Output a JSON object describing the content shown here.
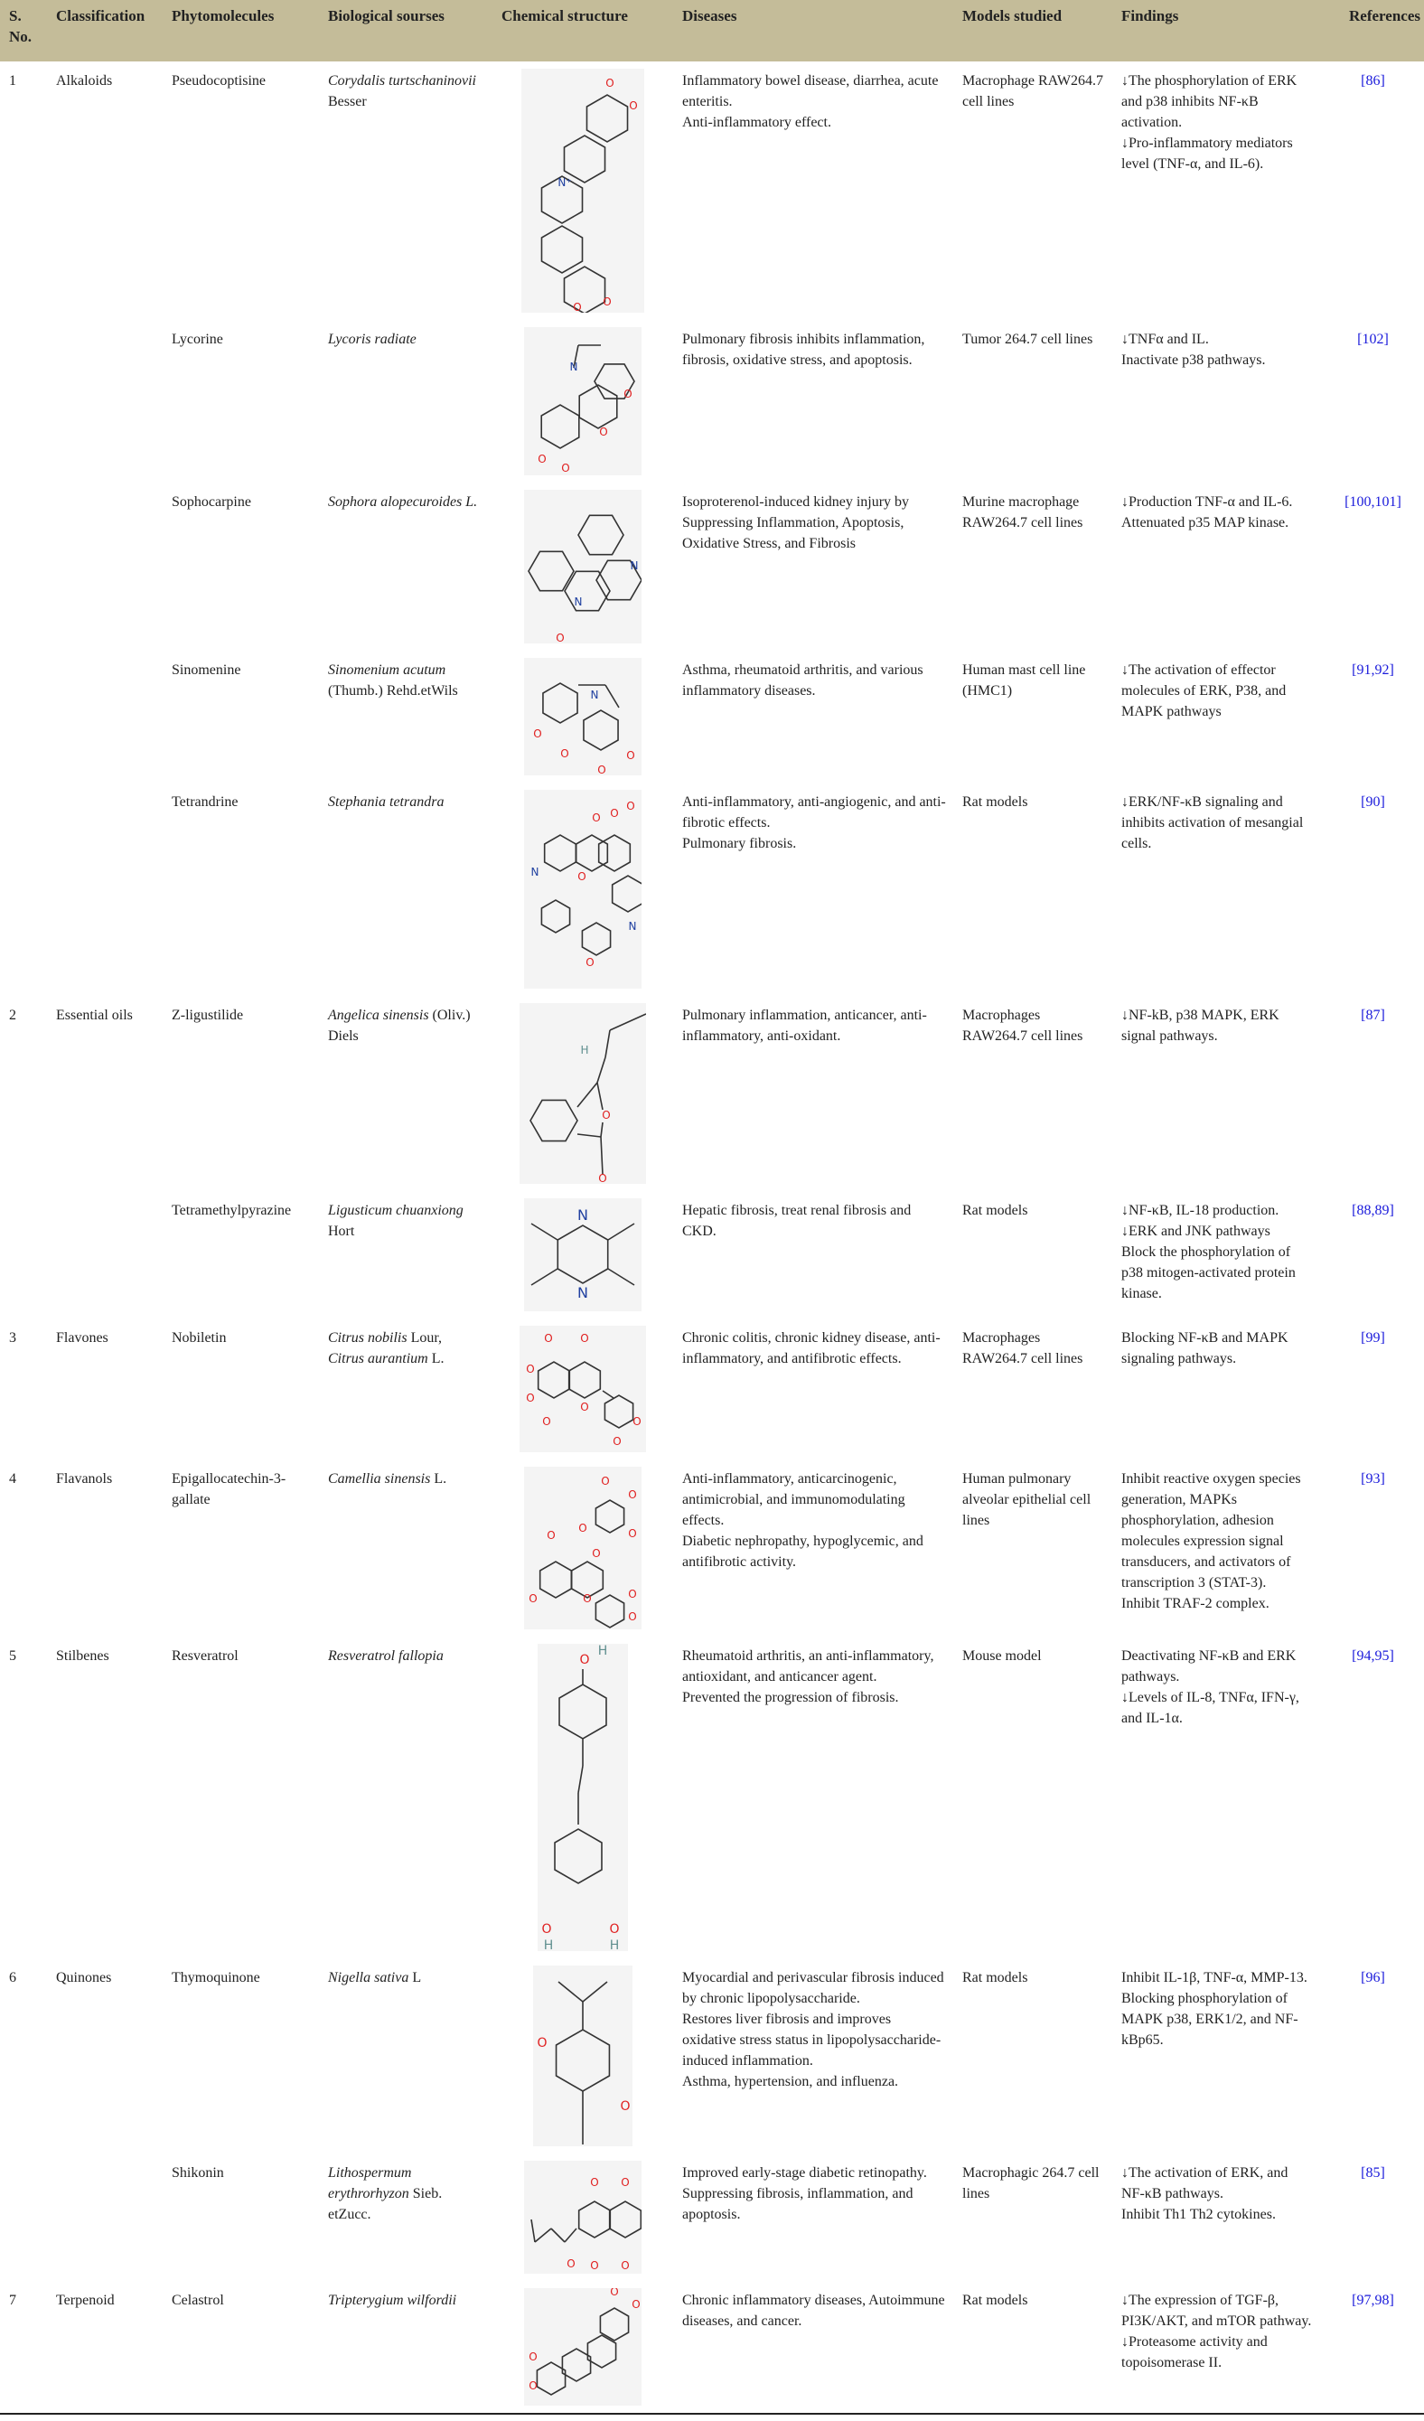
{
  "headers": [
    "S. No.",
    "Classification",
    "Phytomolecules",
    "Biological sourses",
    "Chemical structure",
    "Diseases",
    "Models studied",
    "Findings",
    "References"
  ],
  "colors": {
    "header_bg": "#c4bc99",
    "reference_link": "#1a1adb",
    "oxygen": "#e02020",
    "nitrogen": "#2040a0",
    "hydrogen": "#5f8f8f"
  },
  "rows": [
    {
      "sno": "1",
      "classification": "Alkaloids",
      "phytomolecule": "Pseudocoptisine",
      "source_italic": "Corydalis turtschaninovii",
      "source_plain": " Besser",
      "structure_icon": "pseudocoptisine-structure",
      "diseases": [
        "Inflammatory bowel disease, diarrhea, acute enteritis.",
        "Anti-inflammatory effect."
      ],
      "models": "Macrophage RAW264.7 cell lines",
      "findings": [
        "↓The phosphorylation of ERK and p38 inhibits NF-κB activation.",
        "↓Pro-inflammatory mediators level (TNF-α, and IL-6)."
      ],
      "reference": "[86]"
    },
    {
      "sno": "",
      "classification": "",
      "phytomolecule": "Lycorine",
      "source_italic": "Lycoris radiate",
      "source_plain": "",
      "structure_icon": "lycorine-structure",
      "diseases": [
        "Pulmonary fibrosis inhibits inflammation, fibrosis, oxidative stress, and apoptosis."
      ],
      "models": "Tumor 264.7 cell lines",
      "findings": [
        "↓TNFα and IL.",
        "Inactivate p38 pathways."
      ],
      "reference": "[102]"
    },
    {
      "sno": "",
      "classification": "",
      "phytomolecule": "Sophocarpine",
      "source_italic": "Sophora alopecuroides L.",
      "source_plain": "",
      "structure_icon": "sophocarpine-structure",
      "diseases": [
        "Isoproterenol-induced kidney injury by Suppressing Inflammation, Apoptosis, Oxidative Stress, and Fibrosis"
      ],
      "models": "Murine macrophage RAW264.7 cell lines",
      "findings": [
        "↓Production TNF-α and IL-6.",
        "Attenuated p35 MAP kinase."
      ],
      "reference": "[100,101]"
    },
    {
      "sno": "",
      "classification": "",
      "phytomolecule": "Sinomenine",
      "source_italic": "Sinomenium acutum",
      "source_plain": " (Thumb.) Rehd.etWils",
      "structure_icon": "sinomenine-structure",
      "diseases": [
        "Asthma, rheumatoid arthritis, and various inflammatory diseases."
      ],
      "models": "Human mast cell line (HMC1)",
      "findings": [
        "↓The activation of effector molecules of ERK, P38, and MAPK pathways"
      ],
      "reference": "[91,92]"
    },
    {
      "sno": "",
      "classification": "",
      "phytomolecule": "Tetrandrine",
      "source_italic": "Stephania tetrandra",
      "source_plain": "",
      "structure_icon": "tetrandrine-structure",
      "diseases": [
        "Anti-inflammatory, anti-angiogenic, and anti-fibrotic effects.",
        "Pulmonary fibrosis."
      ],
      "models": "Rat models",
      "findings": [
        "↓ERK/NF-κB signaling and inhibits activation of mesangial cells."
      ],
      "reference": "[90]"
    },
    {
      "sno": "2",
      "classification": "Essential oils",
      "phytomolecule": "Z-ligustilide",
      "source_italic": "Angelica sinensis",
      "source_plain": " (Oliv.) Diels",
      "structure_icon": "z-ligustilide-structure",
      "diseases": [
        "Pulmonary inflammation, anticancer, anti-inflammatory, anti-oxidant."
      ],
      "models": "Macrophages RAW264.7 cell lines",
      "findings": [
        "↓NF-kB, p38 MAPK, ERK signal pathways."
      ],
      "reference": "[87]"
    },
    {
      "sno": "",
      "classification": "",
      "phytomolecule": "Tetramethylpyrazine",
      "source_italic": "Ligusticum chuanxiong",
      "source_plain": " Hort",
      "structure_icon": "tetramethylpyrazine-structure",
      "diseases": [
        "Hepatic fibrosis, treat renal fibrosis and CKD."
      ],
      "models": "Rat models",
      "findings": [
        "↓NF-κB, IL-18 production.",
        "↓ERK and JNK pathways",
        "Block the phosphorylation of p38 mitogen-activated protein kinase."
      ],
      "reference": "[88,89]"
    },
    {
      "sno": "3",
      "classification": "Flavones",
      "phytomolecule": "Nobiletin",
      "source_italic": "Citrus nobilis",
      "source_plain": " Lour,",
      "source_italic2": "Citrus aurantium",
      "source_plain2": " L.",
      "structure_icon": "nobiletin-structure",
      "diseases": [
        "Chronic colitis, chronic kidney disease, anti-inflammatory, and antifibrotic effects."
      ],
      "models": "Macrophages RAW264.7 cell lines",
      "findings": [
        "Blocking NF-κB and MAPK signaling pathways."
      ],
      "reference": "[99]"
    },
    {
      "sno": "4",
      "classification": "Flavanols",
      "phytomolecule": "Epigallocatechin-3-gallate",
      "source_italic": "Camellia sinensis",
      "source_plain": " L.",
      "structure_icon": "epigallocatechin-gallate-structure",
      "diseases": [
        "Anti-inflammatory, anticarcinogenic, antimicrobial, and immunomodulating effects.",
        "Diabetic nephropathy, hypoglycemic, and antifibrotic activity."
      ],
      "models": "Human pulmonary alveolar epithelial cell lines",
      "findings": [
        "Inhibit reactive oxygen species generation, MAPKs phosphorylation, adhesion molecules expression signal transducers, and activators of transcription 3 (STAT-3).",
        "Inhibit TRAF-2 complex."
      ],
      "reference": "[93]"
    },
    {
      "sno": "5",
      "classification": "Stilbenes",
      "phytomolecule": "Resveratrol",
      "source_italic": "Resveratrol fallopia",
      "source_plain": "",
      "structure_icon": "resveratrol-structure",
      "diseases": [
        "Rheumatoid arthritis, an anti-inflammatory, antioxidant, and anticancer agent.",
        "Prevented the progression of fibrosis."
      ],
      "models": "Mouse model",
      "findings": [
        "Deactivating NF-κB and ERK pathways.",
        "↓Levels of IL-8, TNFα, IFN-γ, and IL-1α."
      ],
      "reference": "[94,95]"
    },
    {
      "sno": "6",
      "classification": "Quinones",
      "phytomolecule": "Thymoquinone",
      "source_italic": "Nigella sativa",
      "source_plain": " L",
      "structure_icon": "thymoquinone-structure",
      "diseases": [
        "Myocardial and perivascular fibrosis induced by chronic lipopolysaccharide.",
        " Restores liver fibrosis and improves oxidative stress status in lipopolysaccharide-induced inflammation.",
        "Asthma, hypertension, and influenza."
      ],
      "models": "Rat models",
      "findings": [
        "Inhibit IL-1β, TNF-α, MMP-13.",
        "Blocking phosphorylation of MAPK p38, ERK1/2, and NF-kBp65."
      ],
      "reference": "[96]"
    },
    {
      "sno": "",
      "classification": "",
      "phytomolecule": "Shikonin",
      "source_italic": "Lithospermum erythrorhyzon",
      "source_plain": " Sieb. etZucc.",
      "structure_icon": "shikonin-structure",
      "diseases": [
        "Improved early-stage diabetic retinopathy. Suppressing fibrosis, inflammation, and apoptosis."
      ],
      "models": "Macrophagic 264.7 cell lines",
      "findings": [
        "↓The activation of ERK, and NF-κB pathways.",
        "Inhibit Th1 Th2 cytokines."
      ],
      "reference": "[85]"
    },
    {
      "sno": "7",
      "classification": "Terpenoid",
      "phytomolecule": "Celastrol",
      "source_italic": "Tripterygium wilfordii",
      "source_plain": "",
      "structure_icon": "celastrol-structure",
      "diseases": [
        "Chronic inflammatory diseases, Autoimmune diseases, and cancer."
      ],
      "models": "Rat models",
      "findings": [
        "↓The expression of TGF-β, PI3K/AKT, and mTOR pathway.",
        "↓Proteasome activity and topoisomerase II."
      ],
      "reference": "[97,98]"
    }
  ]
}
